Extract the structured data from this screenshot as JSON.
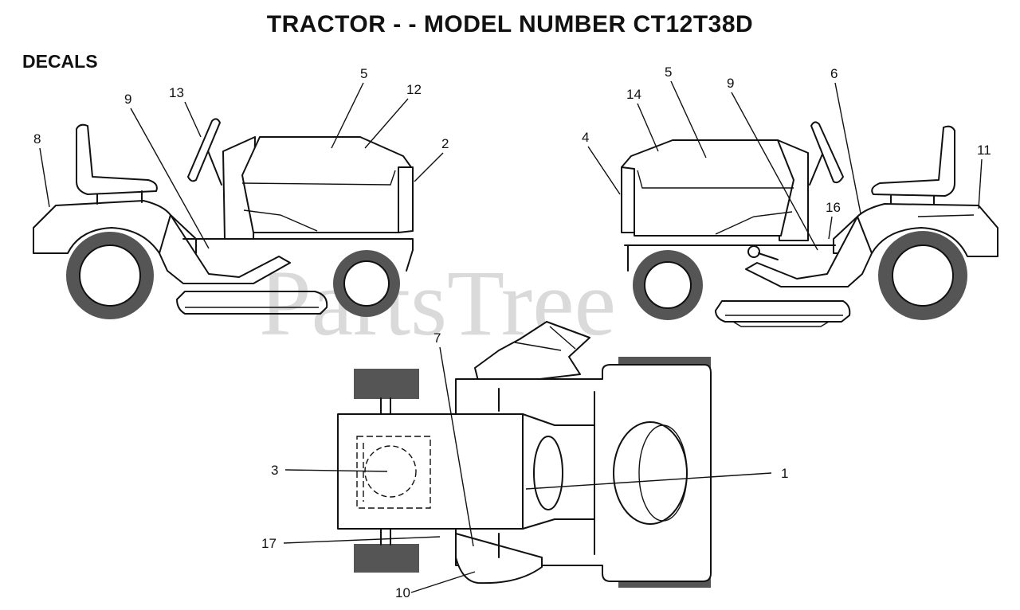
{
  "header": {
    "title": "TRACTOR - - MODEL NUMBER CT12T38D",
    "section": "DECALS",
    "watermark": "PartsTree"
  },
  "views": {
    "left_side": {
      "callouts": [
        {
          "id": "c8",
          "label": "8"
        },
        {
          "id": "c9",
          "label": "9"
        },
        {
          "id": "c13",
          "label": "13"
        },
        {
          "id": "c5",
          "label": "5"
        },
        {
          "id": "c12",
          "label": "12"
        },
        {
          "id": "c2",
          "label": "2"
        }
      ]
    },
    "right_side": {
      "callouts": [
        {
          "id": "c4",
          "label": "4"
        },
        {
          "id": "c14",
          "label": "14"
        },
        {
          "id": "c5",
          "label": "5"
        },
        {
          "id": "c9",
          "label": "9"
        },
        {
          "id": "c6",
          "label": "6"
        },
        {
          "id": "c16",
          "label": "16"
        },
        {
          "id": "c11",
          "label": "11"
        }
      ]
    },
    "top": {
      "callouts": [
        {
          "id": "c7",
          "label": "7"
        },
        {
          "id": "c3",
          "label": "3"
        },
        {
          "id": "c1",
          "label": "1"
        },
        {
          "id": "c17",
          "label": "17"
        },
        {
          "id": "c10",
          "label": "10"
        }
      ]
    }
  }
}
